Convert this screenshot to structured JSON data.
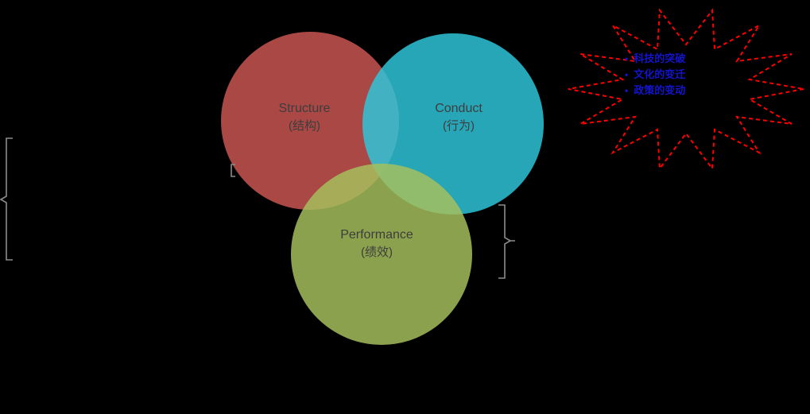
{
  "background_color": "#000000",
  "venn": {
    "label_color": "#3d3d3d",
    "circles": [
      {
        "name": "structure",
        "label": "Structure",
        "sublabel": "(结构)",
        "color": "#C95652"
      },
      {
        "name": "conduct",
        "label": "Conduct",
        "sublabel": "(行为)",
        "color": "#2EC6DA"
      },
      {
        "name": "performance",
        "label": "Performance",
        "sublabel": "(绩效)",
        "color": "#A6C05C"
      }
    ]
  },
  "starburst": {
    "stroke_color": "#FF0000",
    "text_color": "#1414CD",
    "bullet": "•",
    "items": [
      "科技的突破",
      "文化的变迁",
      "政策的变动"
    ]
  },
  "brackets": {
    "color": "#8C8C8C"
  }
}
